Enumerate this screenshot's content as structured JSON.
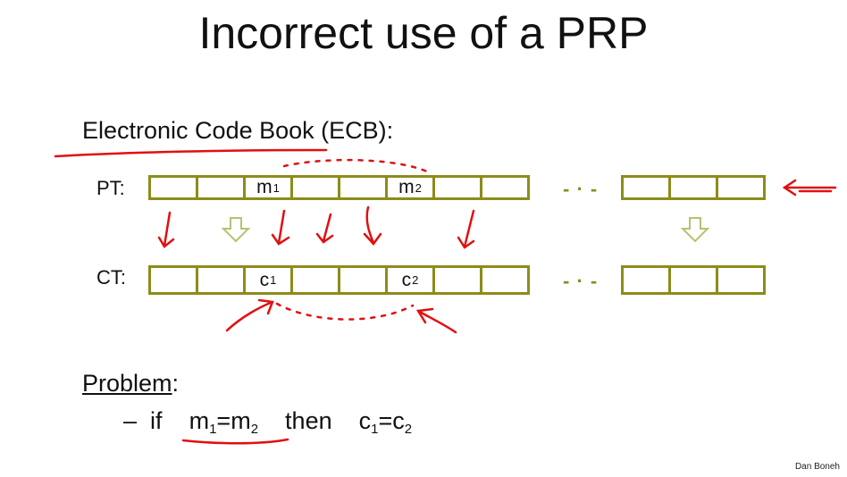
{
  "slide": {
    "title": "Incorrect use of a PRP",
    "subhead": "Electronic Code Book (ECB):",
    "pt_label": "PT:",
    "ct_label": "CT:",
    "pt_block_1": "m",
    "pt_block_1_sub": "1",
    "pt_block_2": "m",
    "pt_block_2_sub": "2",
    "ct_block_1": "c",
    "ct_block_1_sub": "1",
    "ct_block_2": "c",
    "ct_block_2_sub": "2",
    "ellipsis": "- · -",
    "problem_label": "Problem",
    "problem_colon": ":",
    "dash": "–",
    "if": "if",
    "then": "then",
    "m": "m",
    "c": "c",
    "one": "1",
    "two": "2",
    "eq": "=",
    "author": "Dan Boneh"
  },
  "colors": {
    "block_border": "#8c8c1a",
    "ink": "#e01010",
    "hollow_arrow": "#b8c070"
  }
}
